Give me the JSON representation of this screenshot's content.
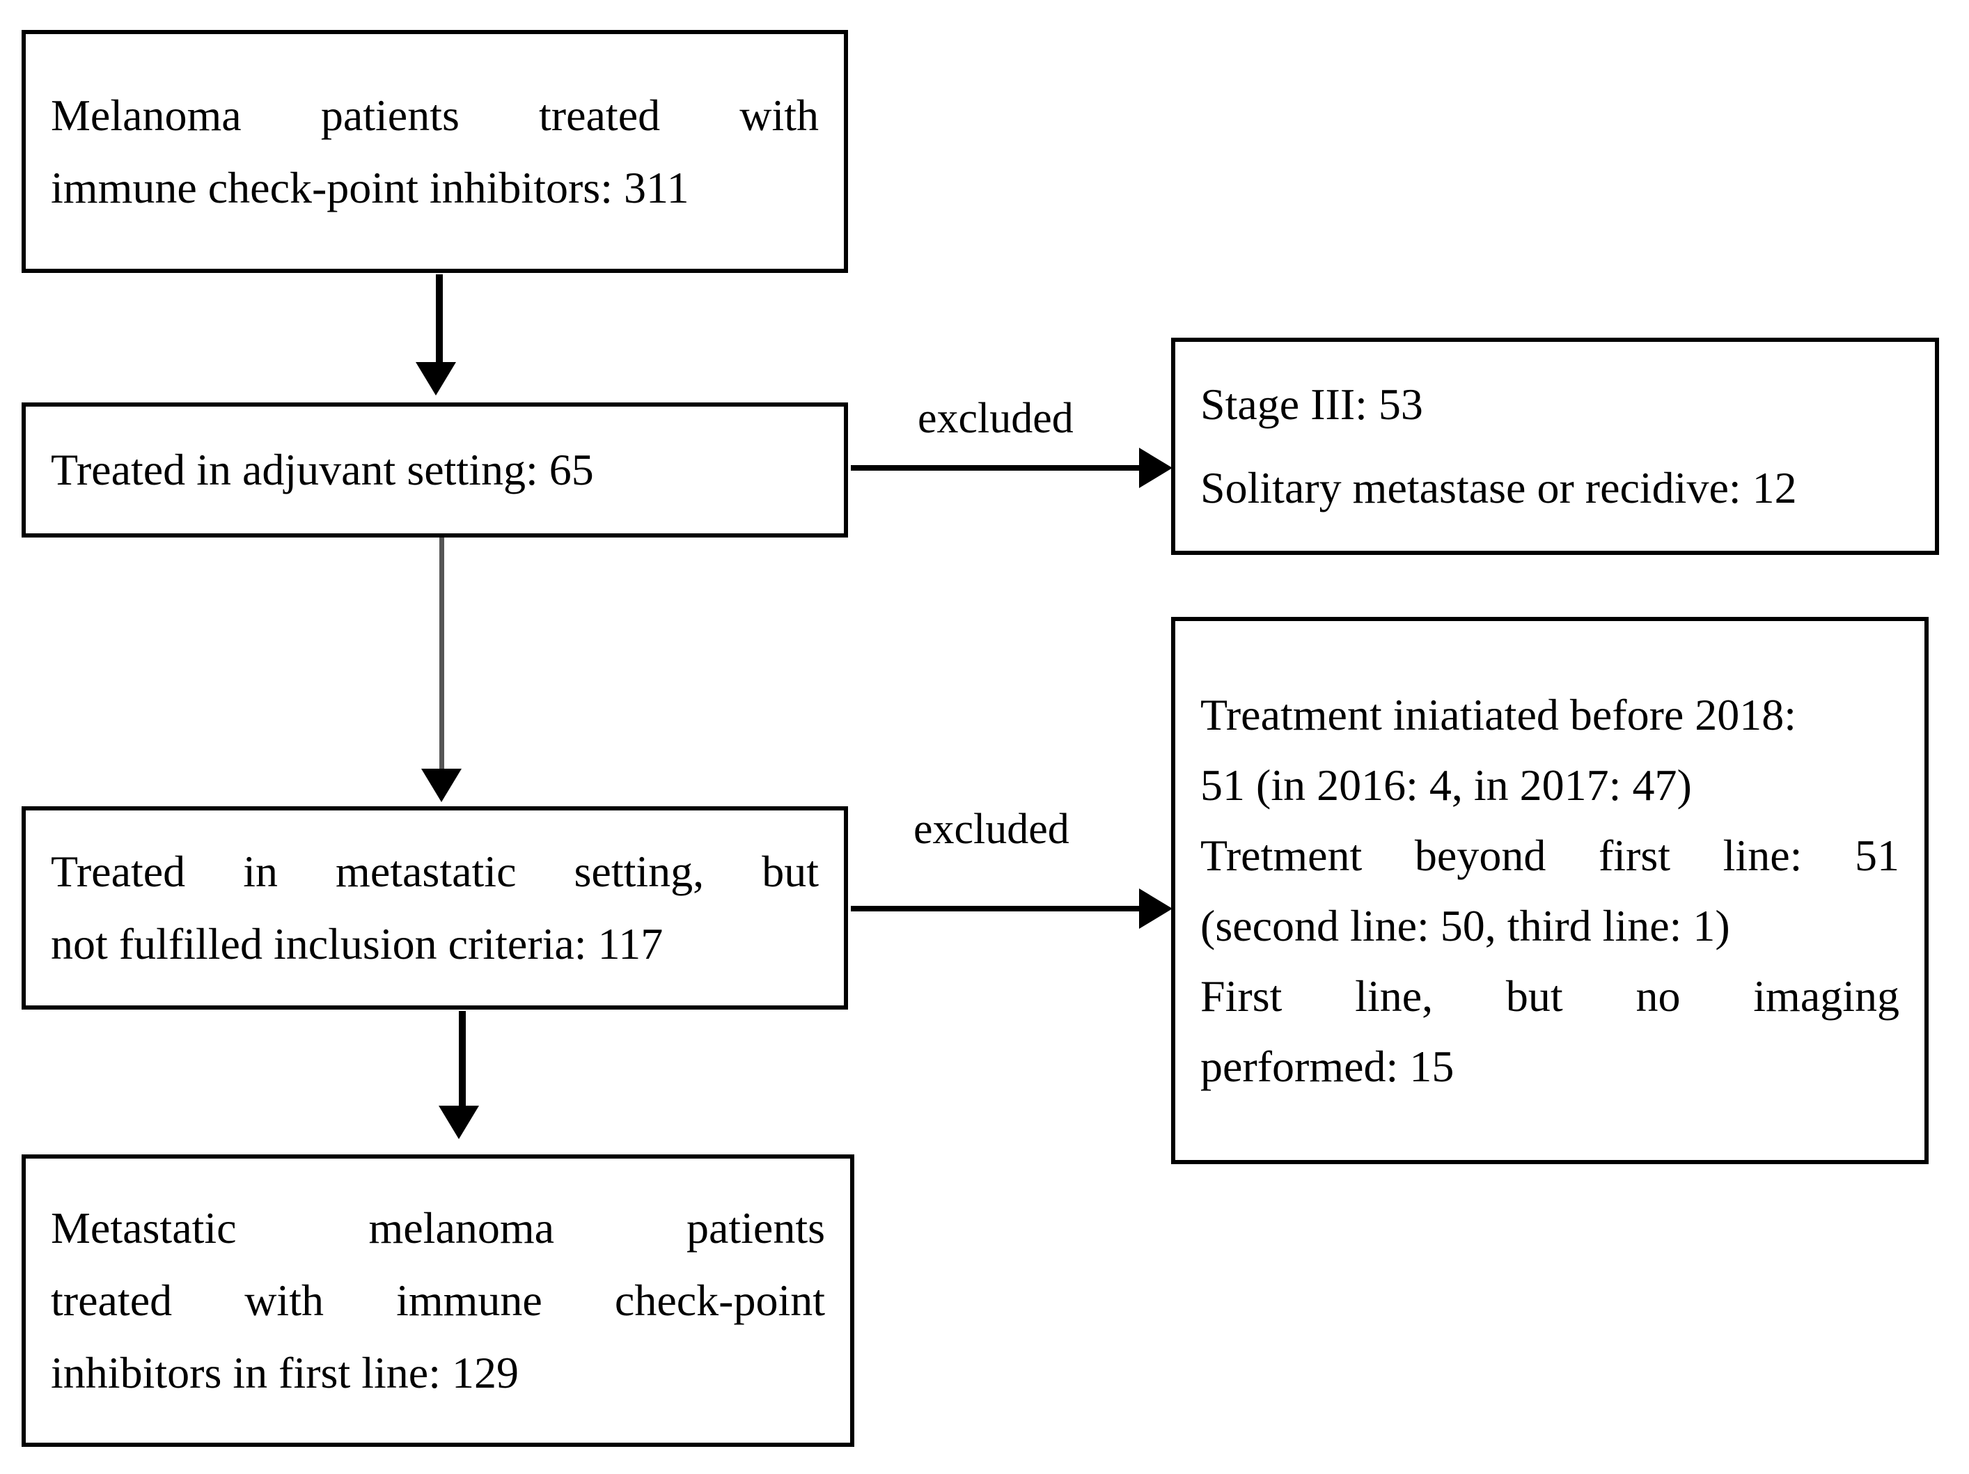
{
  "diagram": {
    "title": "Melanoma immune check-point inhibitor patient selection flowchart",
    "type": "flowchart",
    "nodes": {
      "enrolled": {
        "id": "enrolled",
        "lines": [
          "Melanoma patients treated with",
          "immune check-point inhibitors: 311"
        ],
        "count": 311
      },
      "adjuvant": {
        "id": "adjuvant",
        "lines": [
          "Treated in adjuvant setting: 65"
        ],
        "count": 65
      },
      "metastatic": {
        "id": "metastatic",
        "lines": [
          "Treated in metastatic setting, but",
          "not fulfilled inclusion criteria: 117"
        ],
        "count": 117
      },
      "final": {
        "id": "final",
        "lines": [
          "Metastatic melanoma patients",
          "treated with immune check-point",
          "inhibitors in first line: 129"
        ],
        "count": 129
      },
      "excluded_adjuvant": {
        "id": "excluded-adjuvant",
        "lines": [
          "Stage III: 53",
          "Solitary metastase or recidive: 12"
        ],
        "counts": [
          53,
          12
        ]
      },
      "excluded_metastatic": {
        "id": "excluded-metastatic",
        "lines": [
          "Treatment iniatiated before 2018:",
          "51 (in 2016: 4, in 2017: 47)",
          "Tretment beyond first line: 51",
          "(second line: 50, third line: 1)",
          "First line, but no imaging",
          "performed: 15"
        ],
        "counts": [
          51,
          4,
          47,
          51,
          50,
          1,
          15
        ]
      }
    },
    "edges": {
      "enrolled_to_adjuvant": {
        "label": ""
      },
      "adjuvant_to_metastatic": {
        "label": ""
      },
      "metastatic_to_final": {
        "label": ""
      },
      "adjuvant_excluded": {
        "label": "excluded"
      },
      "metastatic_excluded": {
        "label": "excluded"
      }
    },
    "colors": {
      "border": "#000000",
      "background": "#ffffff",
      "text": "#000000",
      "faded_connector": "#555555"
    }
  }
}
